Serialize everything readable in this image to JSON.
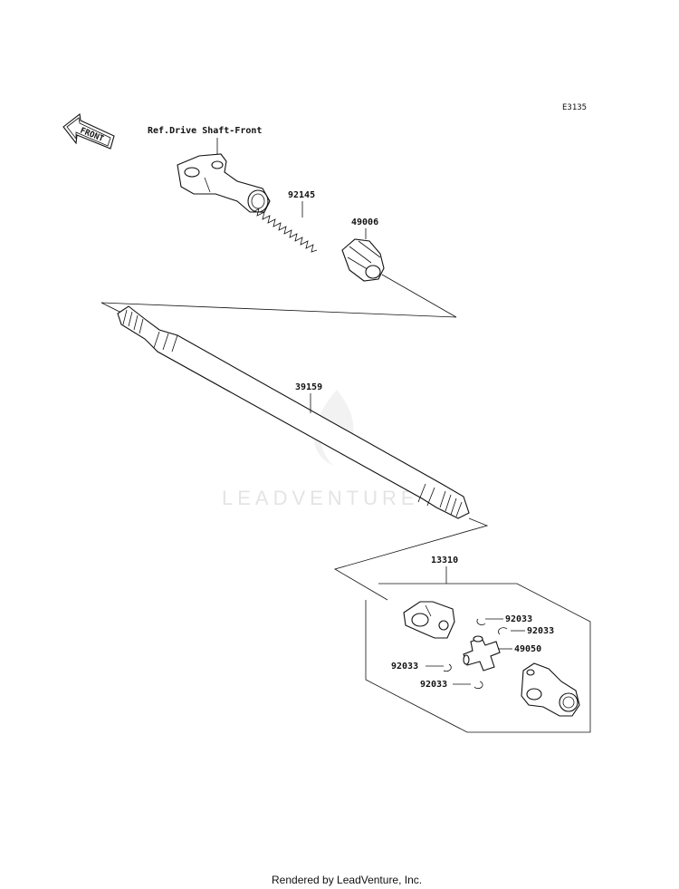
{
  "diagram_code": "E3135",
  "front_arrow_label": "FRONT",
  "ref_label": "Ref.Drive Shaft-Front",
  "parts": {
    "spring": "92145",
    "boot": "49006",
    "shaft": "39159",
    "joint_assembly": "13310",
    "circlip_1": "92033",
    "circlip_2": "92033",
    "cross_spider": "49050",
    "circlip_3": "92033",
    "circlip_4": "92033"
  },
  "watermark": "LEADVENTURE",
  "footer": "Rendered by LeadVenture, Inc."
}
